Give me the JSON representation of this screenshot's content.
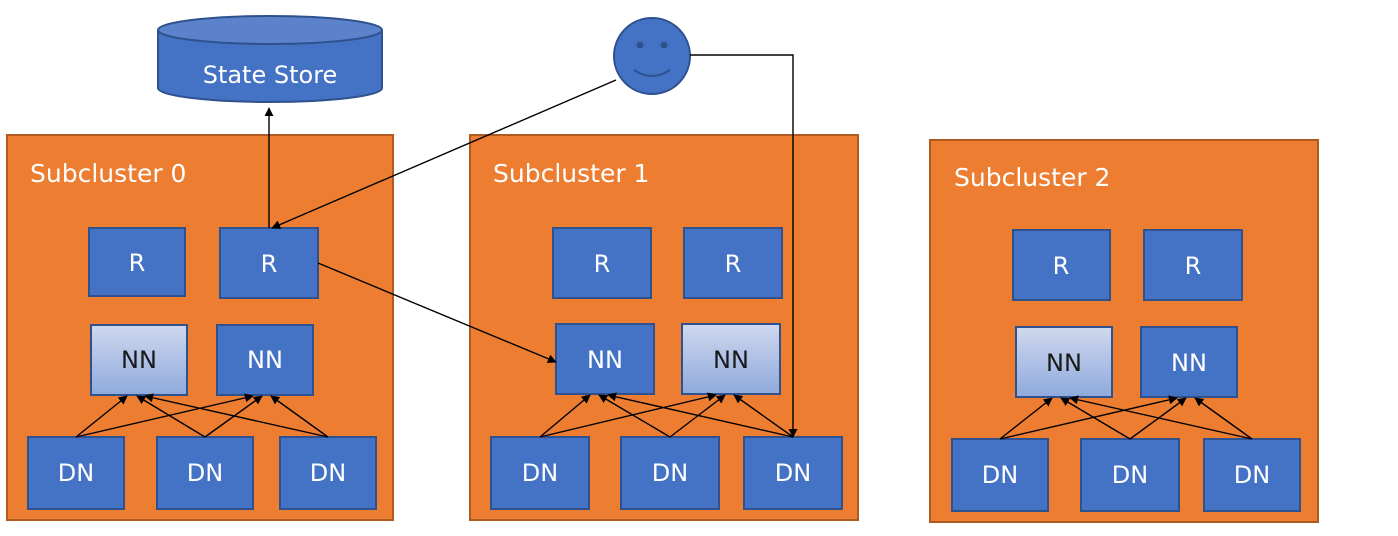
{
  "diagram": {
    "state_store": {
      "label": "State Store"
    },
    "user": {
      "icon": "smiley-face-icon"
    },
    "subclusters": [
      {
        "title": "Subcluster 0",
        "routers": [
          "R",
          "R"
        ],
        "namenodes": [
          {
            "label": "NN",
            "state": "standby"
          },
          {
            "label": "NN",
            "state": "active"
          }
        ],
        "datanodes": [
          "DN",
          "DN",
          "DN"
        ]
      },
      {
        "title": "Subcluster 1",
        "routers": [
          "R",
          "R"
        ],
        "namenodes": [
          {
            "label": "NN",
            "state": "active"
          },
          {
            "label": "NN",
            "state": "standby"
          }
        ],
        "datanodes": [
          "DN",
          "DN",
          "DN"
        ]
      },
      {
        "title": "Subcluster 2",
        "routers": [
          "R",
          "R"
        ],
        "namenodes": [
          {
            "label": "NN",
            "state": "standby"
          },
          {
            "label": "NN",
            "state": "active"
          }
        ],
        "datanodes": [
          "DN",
          "DN",
          "DN"
        ]
      }
    ],
    "colors": {
      "cluster_fill": "#ED7D31",
      "node_fill": "#4472C4",
      "standby_fill_top": "#C9D3EC",
      "standby_fill_bottom": "#8FAADC"
    }
  }
}
